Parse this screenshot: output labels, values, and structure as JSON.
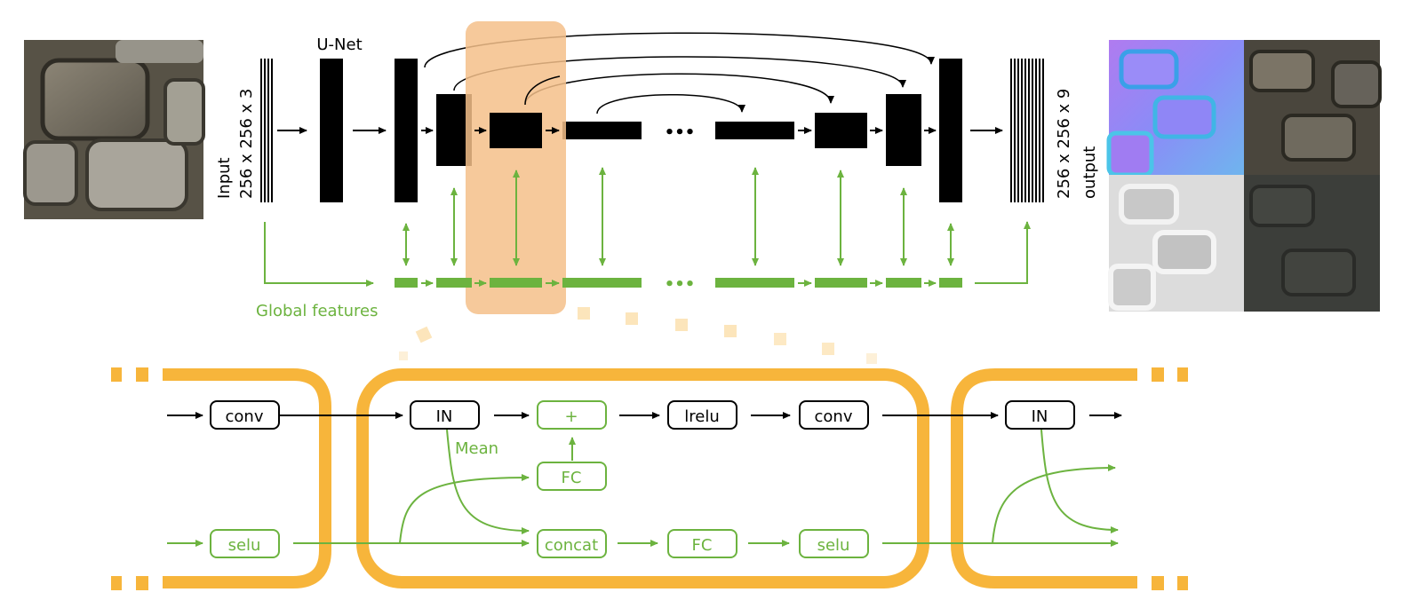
{
  "colors": {
    "green": "#6cb33f",
    "orange": "#f7b53b",
    "highlight": "#f5c08a",
    "black": "#000000"
  },
  "top": {
    "unet_label": "U-Net",
    "input_label": "Input",
    "input_size": "256 x 256 x 3",
    "output_size": "256 x 256 x 9",
    "output_label": "output",
    "global_features_label": "Global features",
    "ellipsis": "•••"
  },
  "images": {
    "input": "cobblestone-input-photo",
    "outputs": [
      "normal-map",
      "diffuse-map",
      "roughness-map",
      "specular-map"
    ]
  },
  "bottom": {
    "conv1": "conv",
    "in1": "IN",
    "plus": "+",
    "lrelu": "lrelu",
    "conv2": "conv",
    "in2": "IN",
    "mean": "Mean",
    "fc_top": "FC",
    "selu_left": "selu",
    "concat": "concat",
    "fc_bottom": "FC",
    "selu_right": "selu"
  }
}
